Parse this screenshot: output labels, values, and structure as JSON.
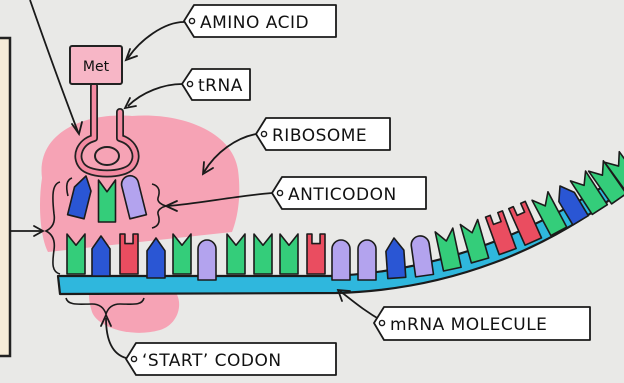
{
  "diagram": {
    "labels": {
      "amino_acid": "AMINO ACID",
      "trna": "tRNA",
      "ribosome": "RIBOSOME",
      "anticodon": "ANTICODON",
      "mrna": "mRNA MOLECULE",
      "start_codon": "‘START’ CODON"
    },
    "met_label": "Met",
    "colors": {
      "background": "#e9e9e7",
      "side_panel": "#f7ecd8",
      "ribosome": "#f6a3b5",
      "mrna_strip": "#2fb7dd",
      "base_green": "#34cd7a",
      "base_blue": "#2a56d4",
      "base_red": "#ea4d60",
      "base_lilac": "#b3a3ee",
      "amino_acid_box": "#f7b6c6"
    },
    "mrna_bases": [
      "green",
      "blue",
      "red",
      "blue",
      "green",
      "lilac",
      "green",
      "green",
      "green",
      "red",
      "lilac",
      "lilac",
      "blue",
      "lilac",
      "green",
      "green",
      "red",
      "red",
      "green",
      "blue",
      "green",
      "green",
      "green"
    ],
    "anticodon_bases": [
      "blue",
      "green",
      "lilac"
    ]
  }
}
